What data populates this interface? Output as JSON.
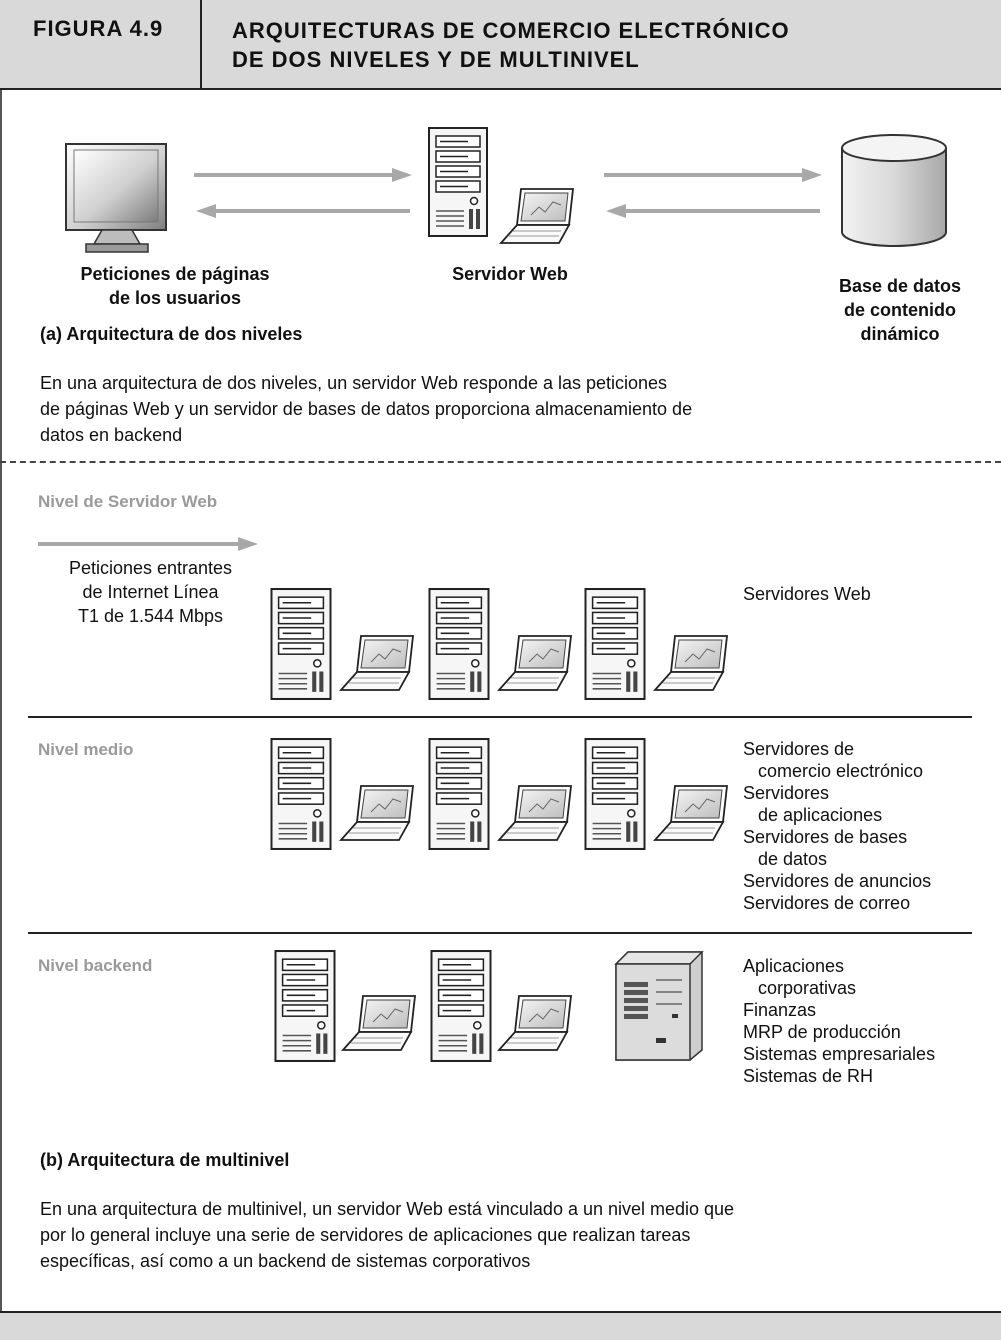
{
  "header": {
    "figure_label": "FIGURA 4.9",
    "title": "ARQUITECTURAS DE COMERCIO ELECTRÓNICO\nDE DOS NIVELES Y DE MULTINIVEL"
  },
  "two_tier": {
    "user_caption": "Peticiones de páginas\nde los usuarios",
    "web_server_caption": "Servidor Web",
    "database_caption": "Base de datos\nde contenido\ndinámico",
    "heading": "(a) Arquitectura de dos niveles",
    "description": "En una arquitectura de dos niveles, un servidor Web responde a las peticiones\nde páginas Web y un servidor de bases de datos proporciona almacenamiento de\ndatos en backend"
  },
  "multi_tier": {
    "web_tier": {
      "label": "Nivel de Servidor Web",
      "incoming": "Peticiones entrantes\nde Internet Línea\nT1 de 1.544 Mbps",
      "servers": "Servidores Web"
    },
    "middle_tier": {
      "label": "Nivel medio",
      "servers": "Servidores de\n   comercio electrónico\nServidores\n   de aplicaciones\nServidores de bases\n   de datos\nServidores de anuncios\nServidores de correo"
    },
    "backend_tier": {
      "label": "Nivel backend",
      "systems": "Aplicaciones\n   corporativas\nFinanzas\nMRP de producción\nSistemas empresariales\nSistemas de RH"
    },
    "heading": "(b) Arquitectura de multinivel",
    "description": "En una arquitectura de multinivel, un servidor Web está vinculado a un nivel medio que\npor lo general incluye una serie de servidores de aplicaciones que realizan tareas\nespecíficas, así como a un backend de sistemas corporativos"
  },
  "icons": {
    "monitor": "monitor-icon",
    "server": "server-tower-icon",
    "laptop": "laptop-icon",
    "database": "database-cylinder-icon",
    "mainframe": "mainframe-icon",
    "arrow_right": "arrow-right-icon",
    "arrow_left": "arrow-left-icon"
  },
  "colors": {
    "header_bg": "#d9d9d9",
    "tier_label": "#9a9a9a",
    "arrow": "#a8a8a8"
  }
}
